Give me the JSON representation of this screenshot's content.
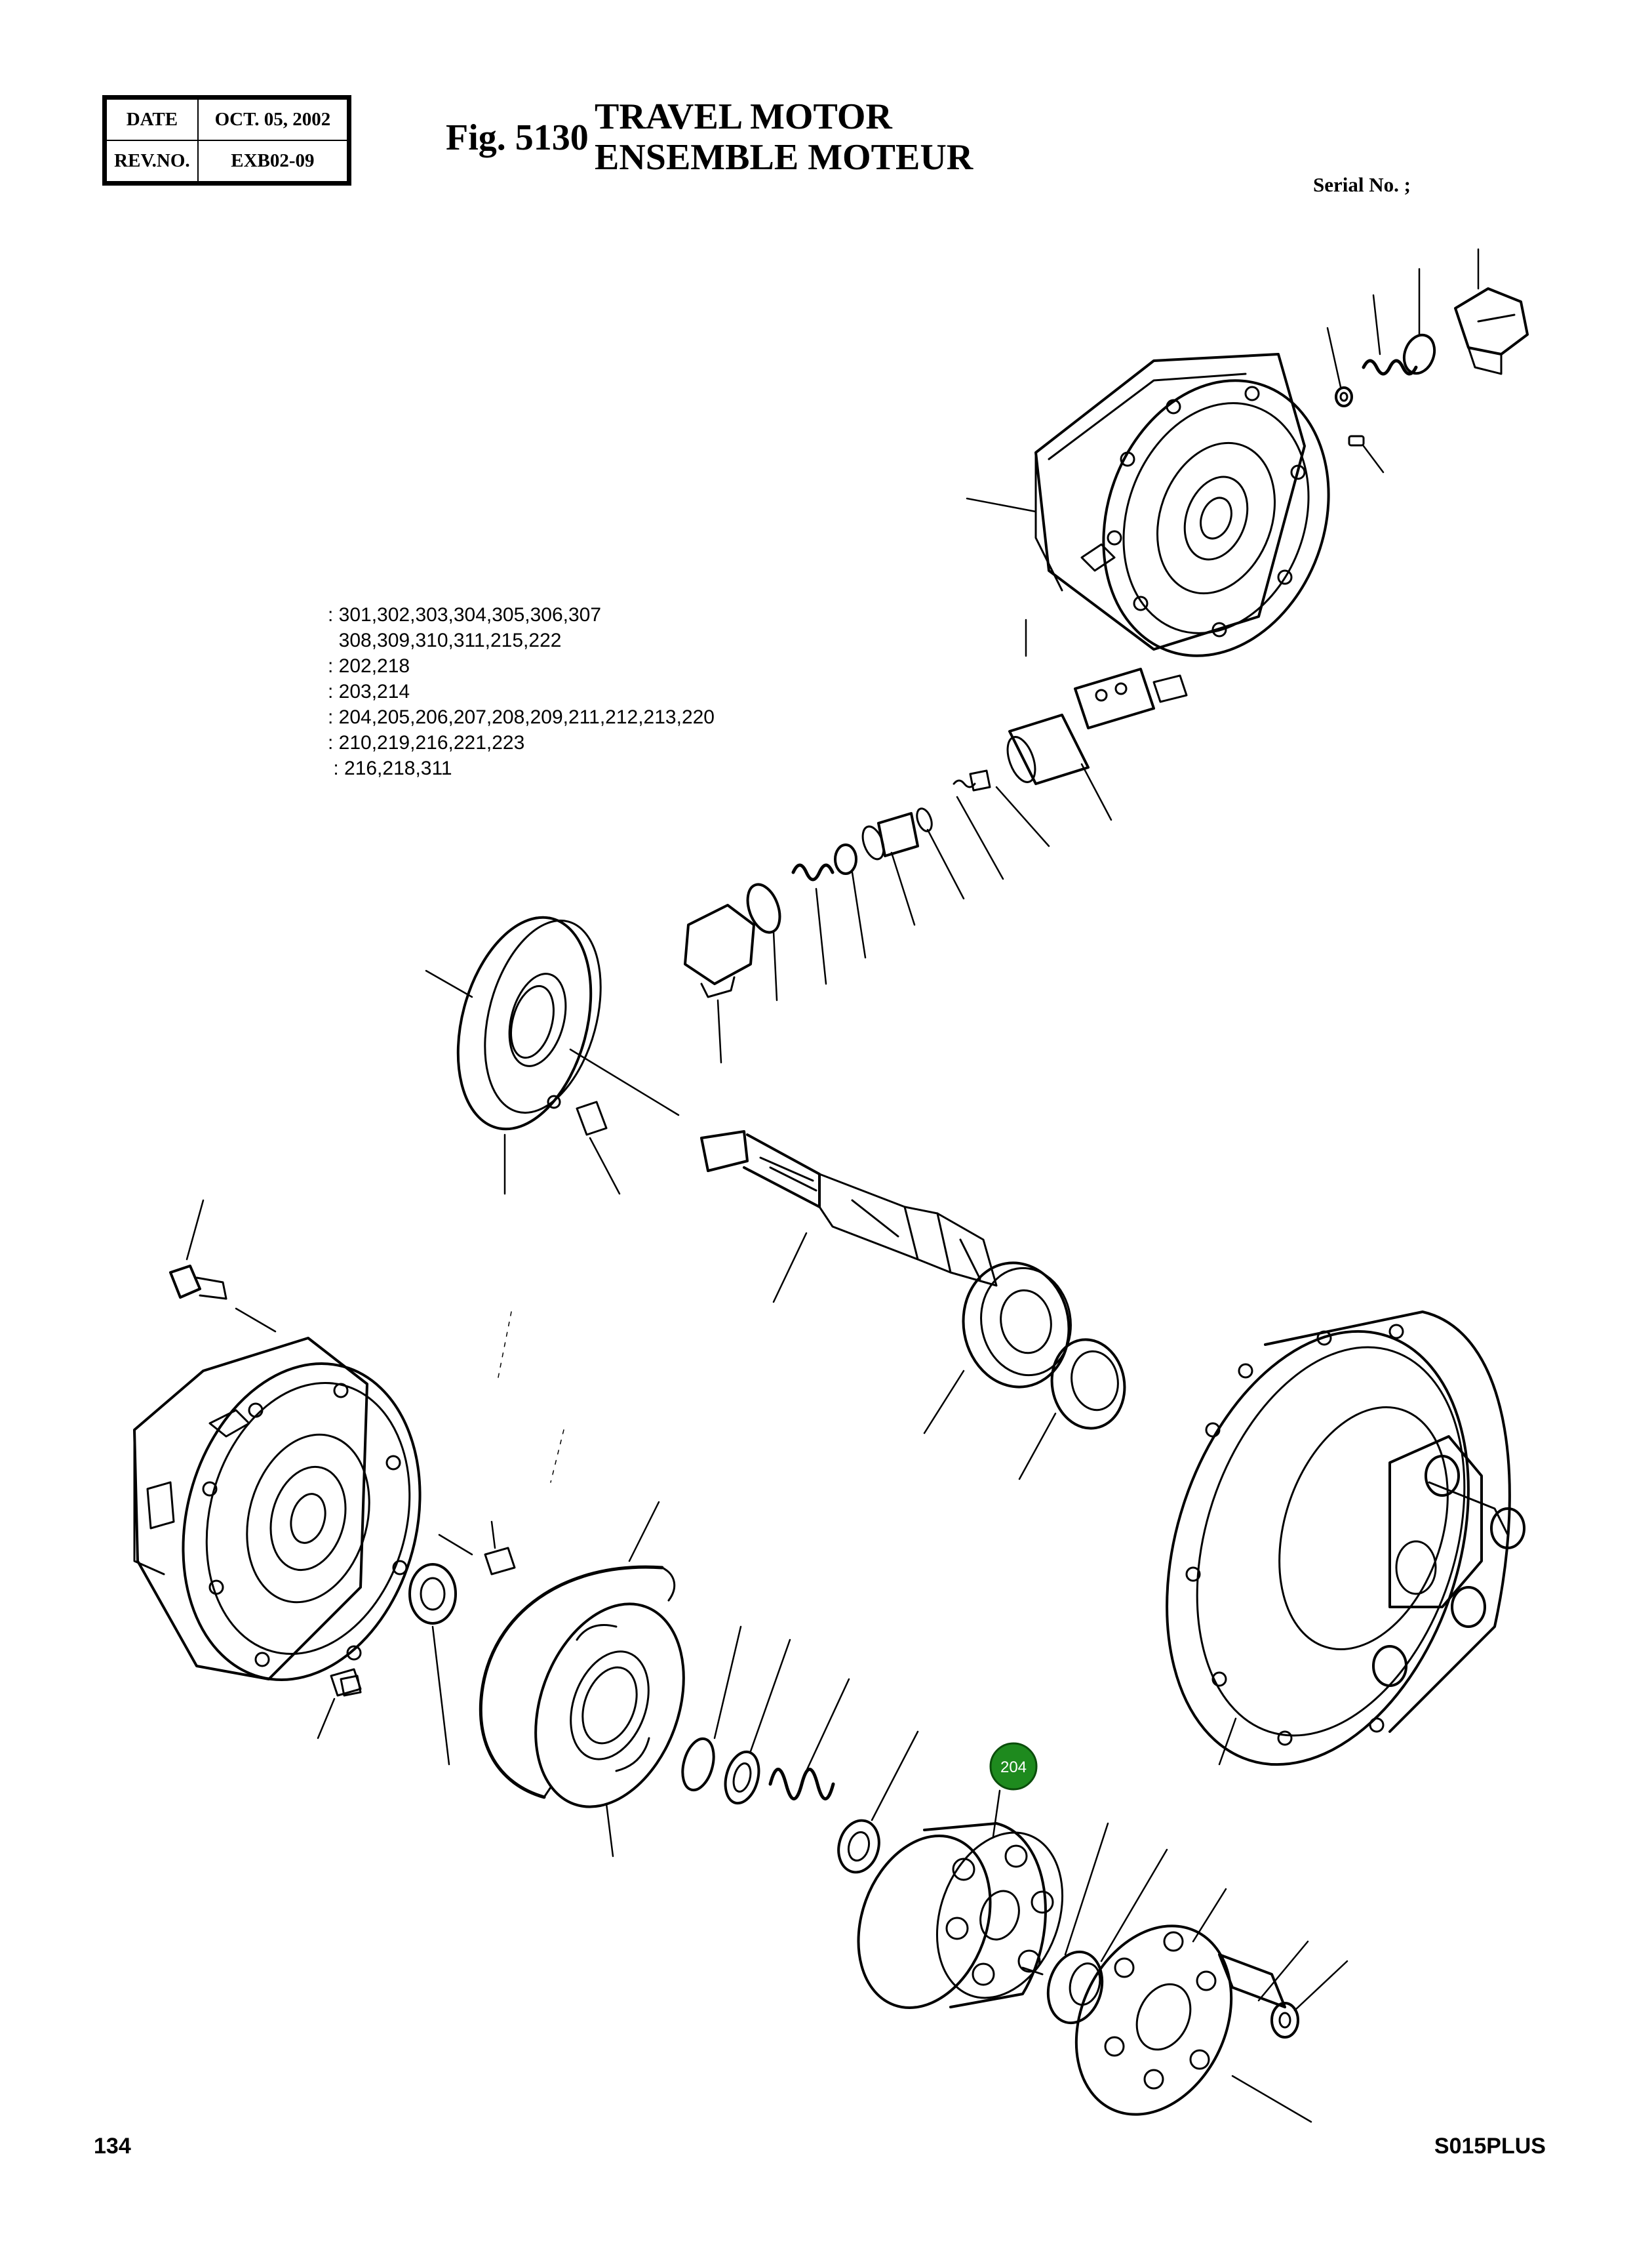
{
  "header": {
    "date_label": "DATE",
    "date_value": "OCT. 05, 2002",
    "rev_label": "REV.NO.",
    "rev_value": "EXB02-09",
    "fig_number": "Fig. 5130",
    "title_en": "TRAVEL MOTOR",
    "title_fr": "ENSEMBLE MOTEUR",
    "serial_label": "Serial No. ;"
  },
  "legend": [
    ": 301,302,303,304,305,306,307",
    "  308,309,310,311,215,222",
    ": 202,218",
    ": 203,214",
    ": 204,205,206,207,208,209,211,212,213,220",
    ": 210,219,216,221,223",
    " : 216,218,311"
  ],
  "callouts": [
    {
      "label": "204",
      "color": "#1e8a1e"
    }
  ],
  "footer": {
    "page_number": "134",
    "model": "S015PLUS"
  }
}
